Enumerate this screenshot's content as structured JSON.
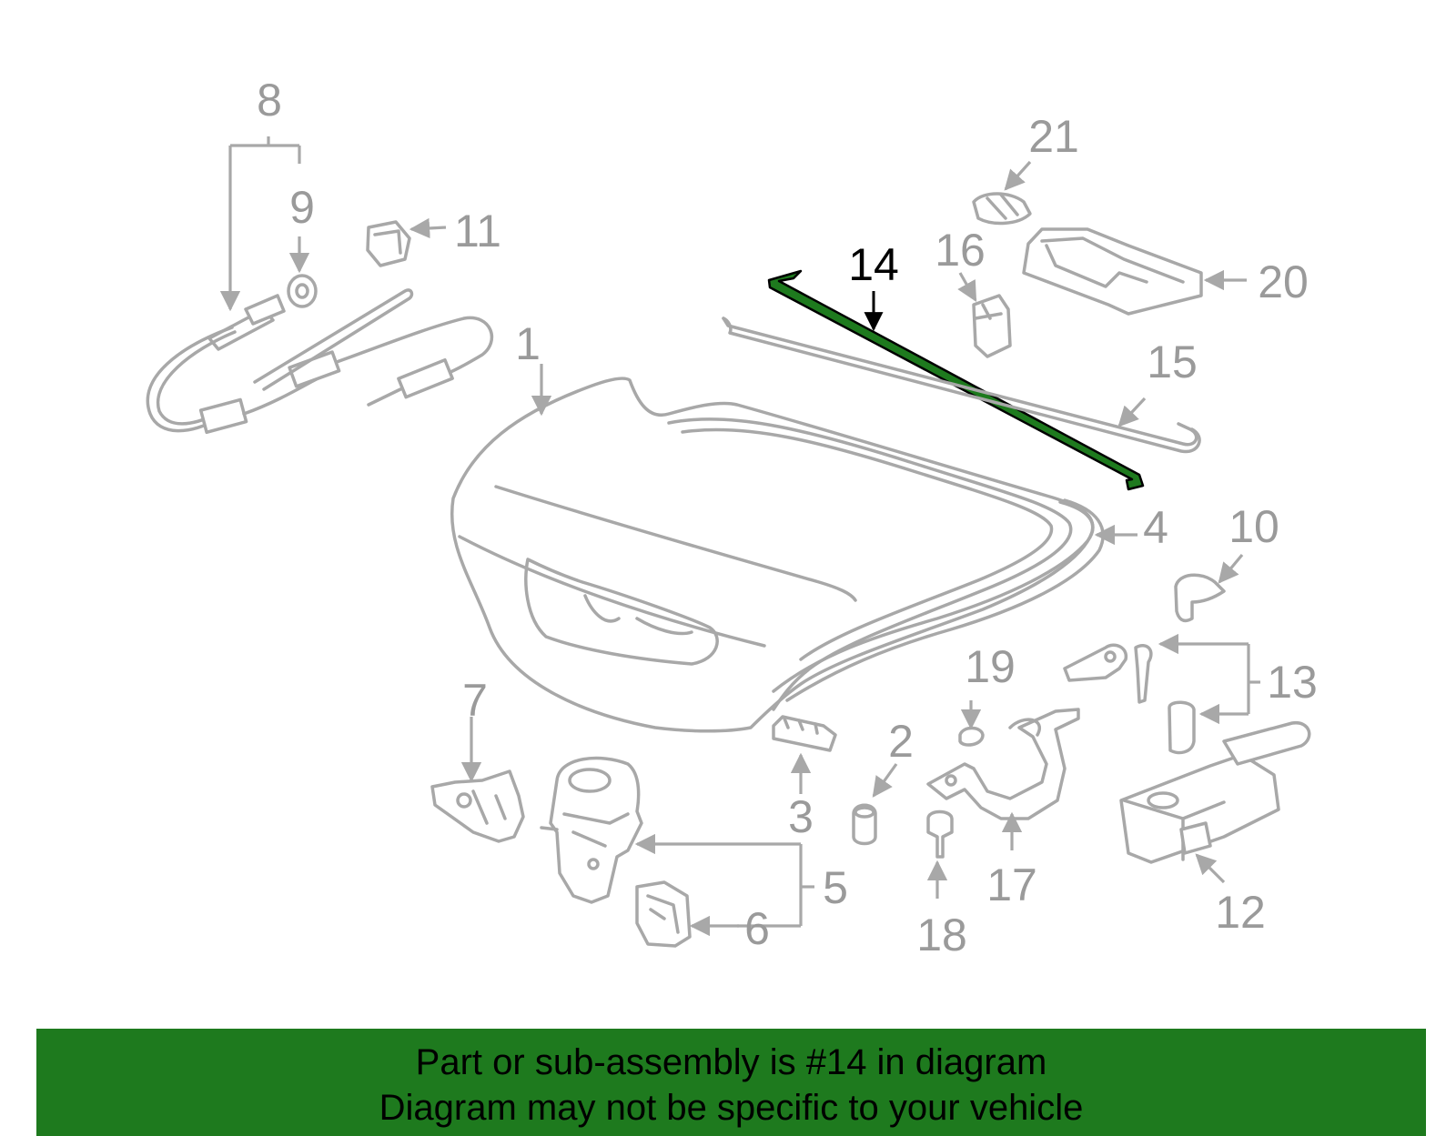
{
  "diagram": {
    "highlight_part": "14",
    "highlight_color": "#1e7a1e",
    "line_color": "#a8a8a8",
    "callouts": [
      "1",
      "2",
      "3",
      "4",
      "5",
      "6",
      "7",
      "8",
      "9",
      "10",
      "11",
      "12",
      "13",
      "14",
      "15",
      "16",
      "17",
      "18",
      "19",
      "20",
      "21"
    ]
  },
  "banner": {
    "line1": "Part or sub-assembly is #14 in diagram",
    "line2": "Diagram may not be specific to your vehicle",
    "background": "#1e7a1e"
  }
}
